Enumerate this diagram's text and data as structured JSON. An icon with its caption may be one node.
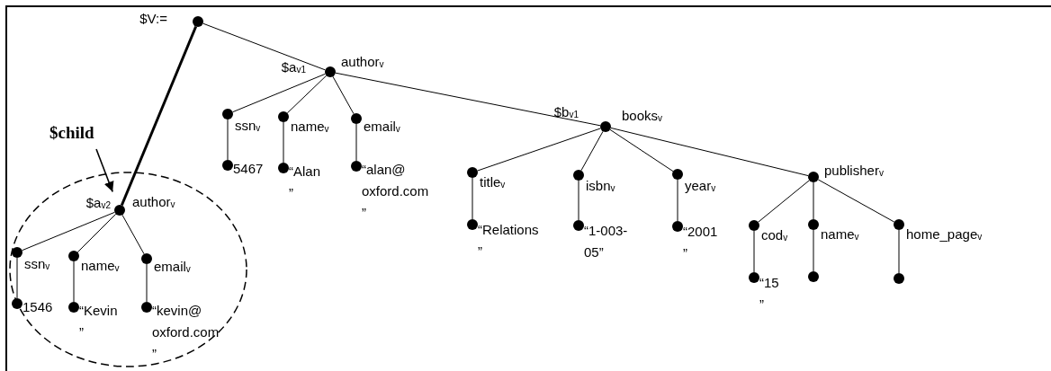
{
  "diagram": {
    "nodes": [
      {
        "text": [
          "$V:="
        ]
      },
      {
        "text": [
          "author$_{v}$"
        ],
        "beside": [
          "$a$_{v1}$"
        ]
      },
      {
        "text": [
          "ssn$_{v}$"
        ]
      },
      {
        "text": [
          "5467"
        ]
      },
      {
        "text": [
          "name$_{v}$"
        ]
      },
      {
        "text": [
          "“Alan ”"
        ]
      },
      {
        "text": [
          "email$_{v}$"
        ]
      },
      {
        "text": [
          "“alan@ oxford.com ”"
        ]
      },
      {
        "text": [
          "books$_{v}$"
        ],
        "beside": [
          "$b$_{v1}$"
        ]
      },
      {
        "text": [
          "title$_{v}$"
        ]
      },
      {
        "text": [
          "“Relations ”"
        ]
      },
      {
        "text": [
          "isbn$_{v}$"
        ]
      },
      {
        "text": [
          "“1-003- 05”"
        ]
      },
      {
        "text": [
          "year$_{v}$"
        ]
      },
      {
        "text": [
          "“2001 ”"
        ]
      },
      {
        "text": [
          "publisher$_{v}$"
        ]
      },
      {
        "text": [
          "cod$_{v}$"
        ]
      },
      {
        "text": [
          "“15 ”"
        ]
      },
      {
        "text": [
          "name$_{v}$"
        ]
      },
      {
        "text": [],
        "shape": "circle"
      },
      {
        "text": [
          "home_page$_{v}$"
        ]
      },
      {
        "text": [],
        "shape": "circle"
      },
      {
        "text": [
          "$child"
        ]
      },
      {
        "text": [],
        "shape": "ellipse"
      },
      {
        "text": [
          "author$_{v}$"
        ],
        "beside": [
          "$a$_{v2}$"
        ],
        "in": 23
      },
      {
        "text": [
          "ssn$_{v}$"
        ],
        "in": 23
      },
      {
        "text": [
          "1546"
        ],
        "in": 23
      },
      {
        "text": [
          "name$_{v}$"
        ],
        "in": 23
      },
      {
        "text": [
          "“Kevin ”"
        ],
        "in": 23
      },
      {
        "text": [
          "email$_{v}$"
        ],
        "in": 23
      },
      {
        "text": [
          "“kevin@ oxford.com ”"
        ],
        "in": 23
      }
    ],
    "edges": [
      {
        "from": 0,
        "to": 1,
        "arrow": "none"
      },
      {
        "from": 0,
        "to": 24,
        "arrow": "none",
        "style": "thick"
      },
      {
        "from": 1,
        "to": 2,
        "arrow": "none"
      },
      {
        "from": 2,
        "to": 3,
        "arrow": "none"
      },
      {
        "from": 1,
        "to": 4,
        "arrow": "none"
      },
      {
        "from": 4,
        "to": 5,
        "arrow": "none"
      },
      {
        "from": 1,
        "to": 6,
        "arrow": "none"
      },
      {
        "from": 6,
        "to": 7,
        "arrow": "none"
      },
      {
        "from": 1,
        "to": 8,
        "arrow": "none"
      },
      {
        "from": 8,
        "to": 9,
        "arrow": "none"
      },
      {
        "from": 9,
        "to": 10,
        "arrow": "none"
      },
      {
        "from": 8,
        "to": 11,
        "arrow": "none"
      },
      {
        "from": 11,
        "to": 12,
        "arrow": "none"
      },
      {
        "from": 8,
        "to": 13,
        "arrow": "none"
      },
      {
        "from": 13,
        "to": 14,
        "arrow": "none"
      },
      {
        "from": 8,
        "to": 15,
        "arrow": "none"
      },
      {
        "from": 15,
        "to": 16,
        "arrow": "none"
      },
      {
        "from": 16,
        "to": 17,
        "arrow": "none"
      },
      {
        "from": 15,
        "to": 18,
        "arrow": "none"
      },
      {
        "from": 18,
        "to": 19,
        "arrow": "none"
      },
      {
        "from": 15,
        "to": 20,
        "arrow": "none"
      },
      {
        "from": 20,
        "to": 21,
        "arrow": "none"
      },
      {
        "from": 24,
        "to": 25,
        "arrow": "none"
      },
      {
        "from": 25,
        "to": 26,
        "arrow": "none"
      },
      {
        "from": 24,
        "to": 27,
        "arrow": "none"
      },
      {
        "from": 27,
        "to": 28,
        "arrow": "none"
      },
      {
        "from": 24,
        "to": 29,
        "arrow": "none"
      },
      {
        "from": 29,
        "to": 30,
        "arrow": "none"
      },
      {
        "from": 22,
        "to": 24,
        "arrow": "to"
      }
    ]
  }
}
